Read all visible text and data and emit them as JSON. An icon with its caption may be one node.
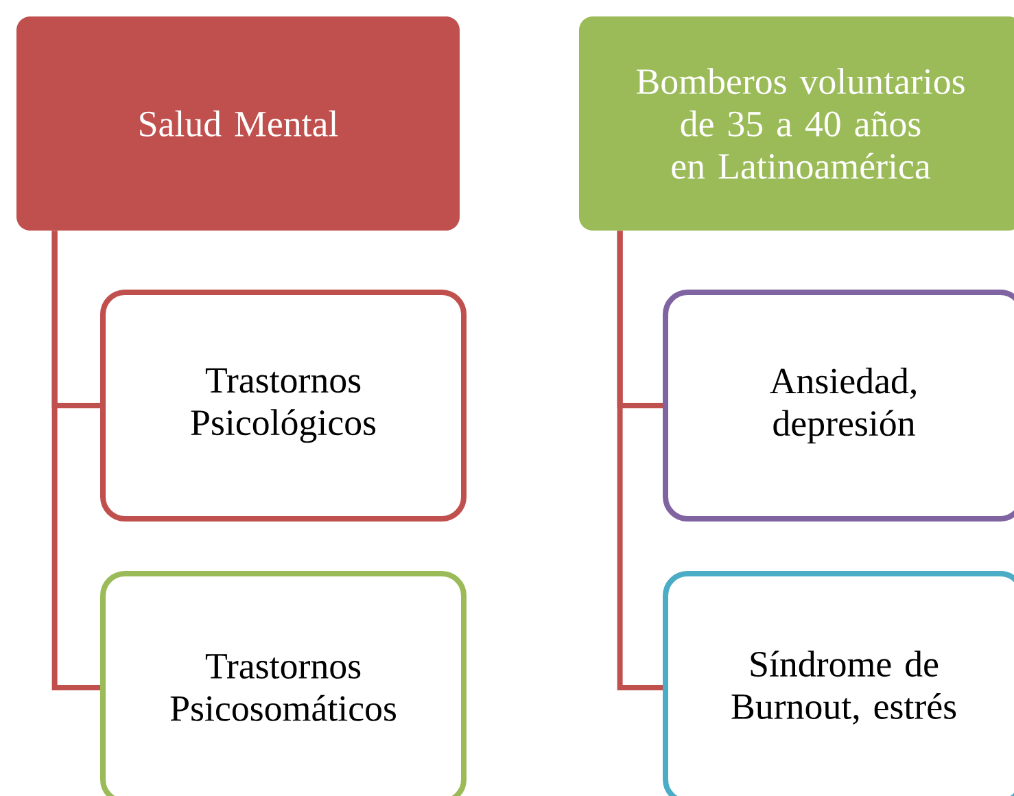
{
  "diagram": {
    "nodes": [
      {
        "text": [
          "Salud Mental"
        ]
      },
      {
        "text": [
          "Trastornos Psicológicos"
        ]
      },
      {
        "text": [
          "Trastornos Psicosomáticos"
        ]
      },
      {
        "text": [
          "Bomberos voluntarios de 35 a 40 años en Latinoamérica"
        ]
      },
      {
        "text": [
          "Ansiedad, depresión"
        ]
      },
      {
        "text": [
          "Síndrome de Burnout, estrés"
        ]
      }
    ],
    "edges": [
      {
        "from": 0,
        "to": 1,
        "arrow": "none"
      },
      {
        "from": 0,
        "to": 2,
        "arrow": "none"
      },
      {
        "from": 3,
        "to": 4,
        "arrow": "none"
      },
      {
        "from": 3,
        "to": 5,
        "arrow": "none"
      }
    ]
  }
}
